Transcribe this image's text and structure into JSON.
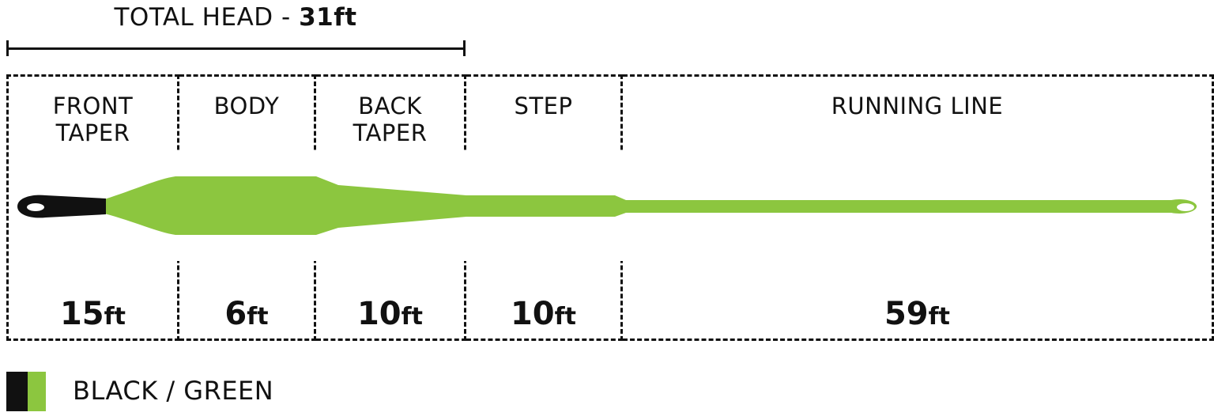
{
  "total_head": {
    "label": "TOTAL HEAD - ",
    "value": "31",
    "unit": "ft"
  },
  "sections": [
    {
      "label": "FRONT\nTAPER",
      "value": "15",
      "unit": "ft"
    },
    {
      "label": "BODY",
      "value": "6",
      "unit": "ft"
    },
    {
      "label": "BACK\nTAPER",
      "value": "10",
      "unit": "ft"
    },
    {
      "label": "STEP",
      "value": "10",
      "unit": "ft"
    },
    {
      "label": "RUNNING LINE",
      "value": "59",
      "unit": "ft"
    }
  ],
  "legend": {
    "label": "BLACK / GREEN"
  },
  "colors": {
    "black": "#111111",
    "green": "#8cc63f"
  }
}
